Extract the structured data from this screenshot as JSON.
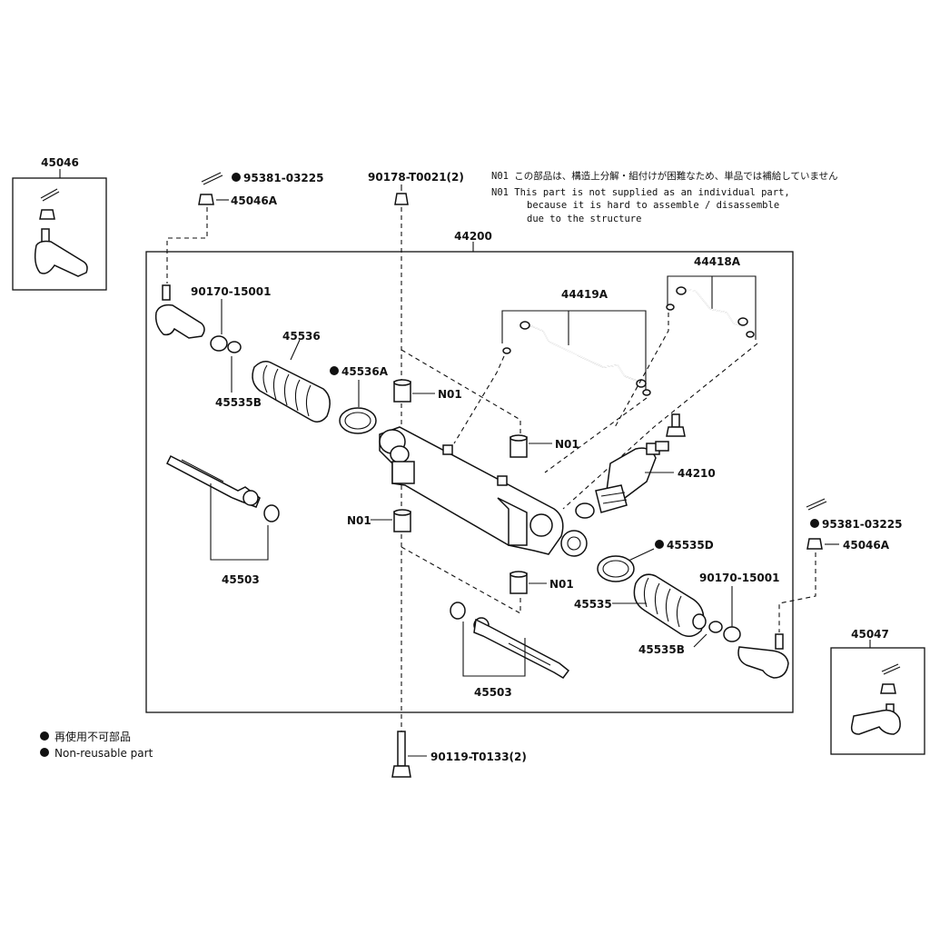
{
  "diagram": {
    "notes": {
      "jp": "N01 この部品は、構造上分解・組付けが困難なため、単品では補給していません",
      "en1": "N01 This part is not supplied as an individual part,",
      "en2": "because it is hard to assemble / disassemble",
      "en3": "due to the structure"
    },
    "labels": {
      "l45046": "45046",
      "l45047": "45047",
      "l44200": "44200",
      "l95381_top": "95381-03225",
      "l45046A_top": "45046A",
      "l90178": "90178-T0021(2)",
      "l90170_left": "90170-15001",
      "l45536": "45536",
      "l45536A": "45536A",
      "l45535B_left": "45535B",
      "l45503_left": "45503",
      "l44419A": "44419A",
      "l44418A": "44418A",
      "l44210": "44210",
      "n01_a": "N01",
      "n01_b": "N01",
      "n01_c": "N01",
      "n01_d": "N01",
      "l95381_right": "95381-03225",
      "l45046A_right": "45046A",
      "l45535D": "45535D",
      "l90170_right": "90170-15001",
      "l45535": "45535",
      "l45535B_right": "45535B",
      "l45503_right": "45503",
      "l90119": "90119-T0133(2)"
    },
    "legend": {
      "jp": "再使用不可部品",
      "en": "Non-reusable part"
    }
  }
}
